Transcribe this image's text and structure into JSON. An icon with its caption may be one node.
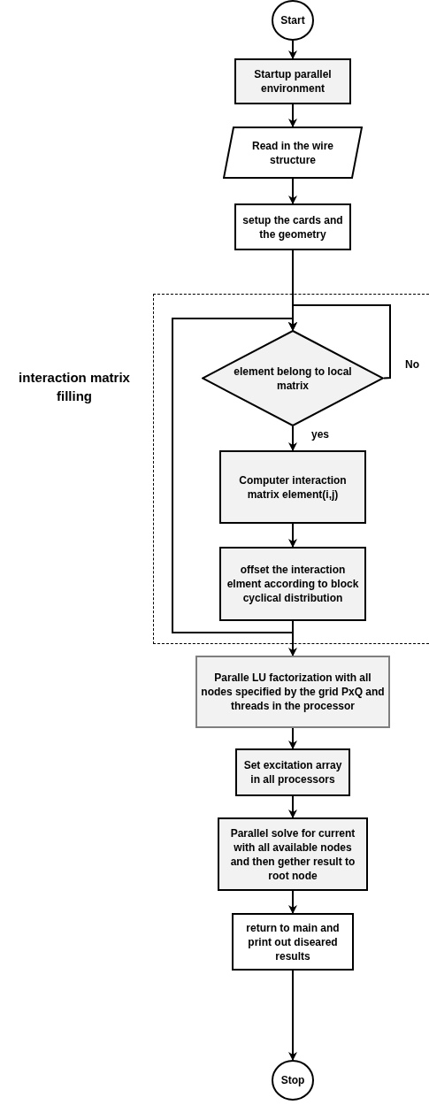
{
  "diagram": {
    "nodes": [
      {
        "text": [
          "Start"
        ]
      },
      {
        "text": [
          "Startup parallel environment"
        ]
      },
      {
        "text": [
          "Read in the wire structure"
        ]
      },
      {
        "text": [
          "setup the cards and the geometry"
        ]
      },
      {
        "text": [
          "interaction matrix filling"
        ]
      },
      {
        "text": [
          "element belong to local matrix"
        ],
        "in": 4
      },
      {
        "text": [
          "Computer interaction matrix element(i,j)"
        ],
        "in": 4
      },
      {
        "text": [
          "offset the interaction elment according to block cyclical distribution"
        ],
        "in": 4
      },
      {
        "text": [
          "Paralle LU factorization with all nodes specified by the grid PxQ and threads in the processor"
        ]
      },
      {
        "text": [
          "Set excitation array in all processors"
        ]
      },
      {
        "text": [
          "Parallel solve for current with all available nodes and then gether result to root node"
        ]
      },
      {
        "text": [
          "return to main and print out diseared results"
        ]
      },
      {
        "text": [
          "Stop"
        ]
      }
    ],
    "edges": [
      {
        "from": 0,
        "to": 1,
        "arrow": "to"
      },
      {
        "from": 1,
        "to": 2,
        "arrow": "to"
      },
      {
        "from": 2,
        "to": 3,
        "arrow": "to"
      },
      {
        "from": 3,
        "to": 5,
        "arrow": "to"
      },
      {
        "from": 5,
        "to": 6,
        "arrow": "to",
        "label": "yes"
      },
      {
        "from": 5,
        "to": 5,
        "arrow": "to",
        "label": "No"
      },
      {
        "from": 6,
        "to": 7,
        "arrow": "to"
      },
      {
        "from": 7,
        "to": 5,
        "arrow": "to"
      },
      {
        "from": 7,
        "to": 8,
        "arrow": "to"
      },
      {
        "from": 8,
        "to": 9,
        "arrow": "to"
      },
      {
        "from": 9,
        "to": 10,
        "arrow": "to"
      },
      {
        "from": 10,
        "to": 11,
        "arrow": "to"
      },
      {
        "from": 11,
        "to": 12,
        "arrow": "to"
      }
    ]
  }
}
